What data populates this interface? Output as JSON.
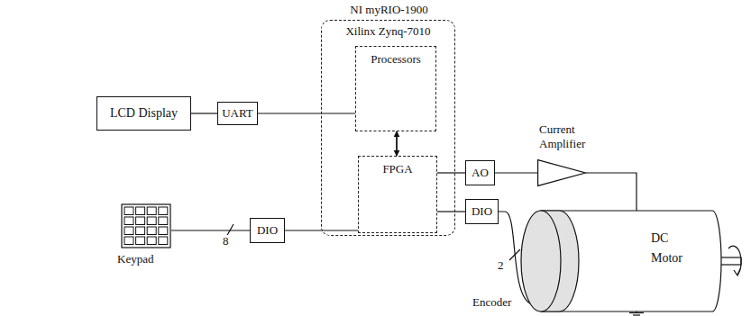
{
  "diagram": {
    "nodes": [
      {
        "text": [
          "NI myRIO-1900",
          "Xilinx Zynq-7010"
        ]
      },
      {
        "text": [
          "Processors"
        ],
        "in": 0
      },
      {
        "text": [
          "FPGA"
        ],
        "in": 0
      },
      {
        "text": [
          "LCD Display"
        ]
      },
      {
        "text": [
          "UART"
        ]
      },
      {
        "text": [
          "Keypad"
        ]
      },
      {
        "text": [
          "DIO"
        ]
      },
      {
        "text": [
          "AO"
        ]
      },
      {
        "text": [
          "DIO"
        ]
      },
      {
        "text": [
          "Current Amplifier"
        ]
      },
      {
        "text": [
          "DC Motor"
        ]
      }
    ],
    "edges": [
      {
        "from": 3,
        "to": 4,
        "arrow": "none"
      },
      {
        "from": 4,
        "to": 1,
        "arrow": "none"
      },
      {
        "from": 1,
        "to": 2,
        "arrow": "both"
      },
      {
        "from": 5,
        "to": 6,
        "label": "8",
        "arrow": "none"
      },
      {
        "from": 6,
        "to": 2,
        "arrow": "none"
      },
      {
        "from": 2,
        "to": 7,
        "arrow": "none"
      },
      {
        "from": 7,
        "to": 9,
        "arrow": "none"
      },
      {
        "from": 9,
        "to": 10,
        "arrow": "none"
      },
      {
        "from": 2,
        "to": 8,
        "arrow": "none"
      },
      {
        "from": 8,
        "to": 10,
        "label": "2",
        "arrow": "none"
      }
    ],
    "labels": [
      "Encoder"
    ]
  }
}
